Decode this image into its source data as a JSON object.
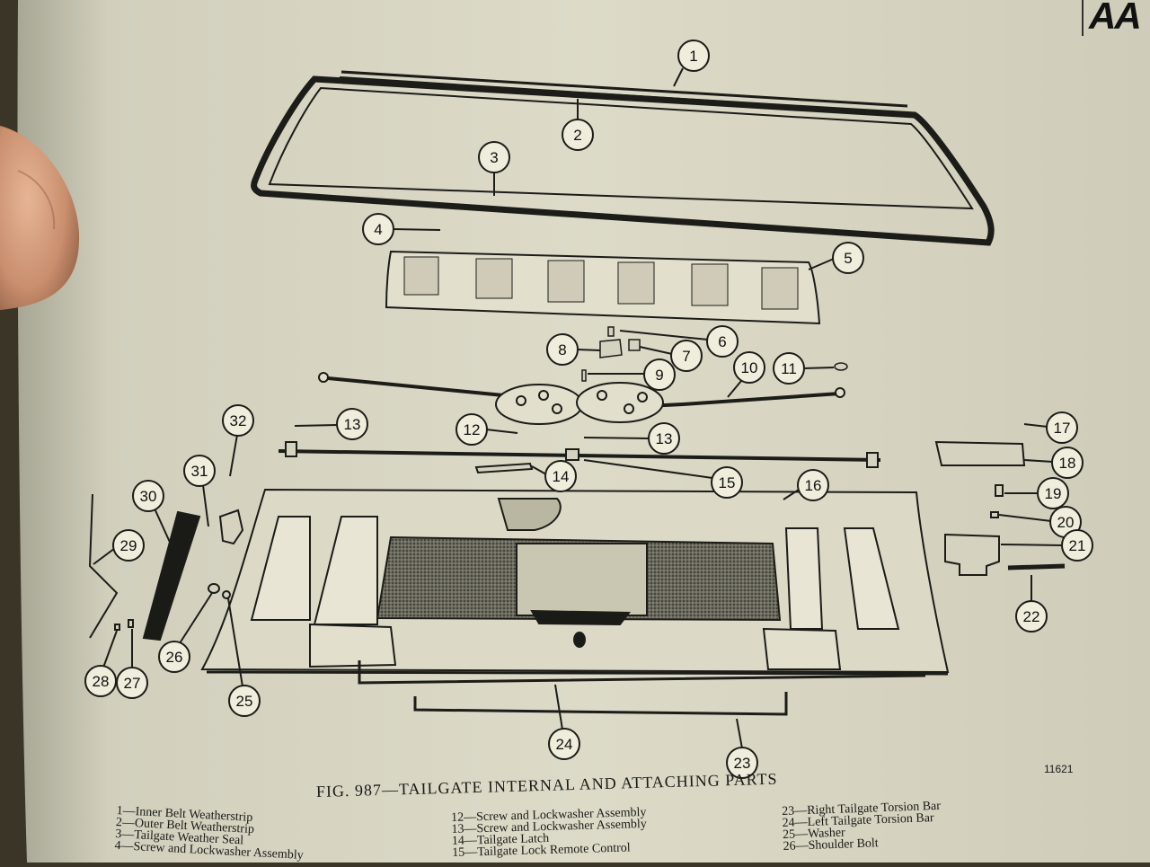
{
  "page": {
    "corner_label": "AA",
    "figure_number": "11621",
    "caption": "FIG. 987—TAILGATE INTERNAL AND ATTACHING PARTS"
  },
  "callouts": [
    "1",
    "2",
    "3",
    "4",
    "5",
    "6",
    "7",
    "8",
    "9",
    "10",
    "11",
    "12",
    "13",
    "13",
    "14",
    "15",
    "16",
    "17",
    "18",
    "19",
    "20",
    "21",
    "22",
    "23",
    "24",
    "25",
    "26",
    "27",
    "28",
    "29",
    "30",
    "31",
    "32"
  ],
  "legend": {
    "column_1": [
      "1—Inner Belt Weatherstrip",
      "2—Outer Belt Weatherstrip",
      "3—Tailgate Weather Seal",
      "4—Screw and Lockwasher Assembly"
    ],
    "column_2": [
      "12—Screw and Lockwasher Assembly",
      "13—Screw and Lockwasher Assembly",
      "14—Tailgate Latch",
      "15—Tailgate Lock Remote Control"
    ],
    "column_3": [
      "23—Right Tailgate Torsion Bar",
      "24—Left Tailgate Torsion Bar",
      "25—Washer",
      "26—Shoulder Bolt"
    ]
  },
  "colors": {
    "paper": "#d9d6c4",
    "ink": "#1a1a16",
    "background": "#3b3528",
    "thumb": "#c98f6e"
  }
}
